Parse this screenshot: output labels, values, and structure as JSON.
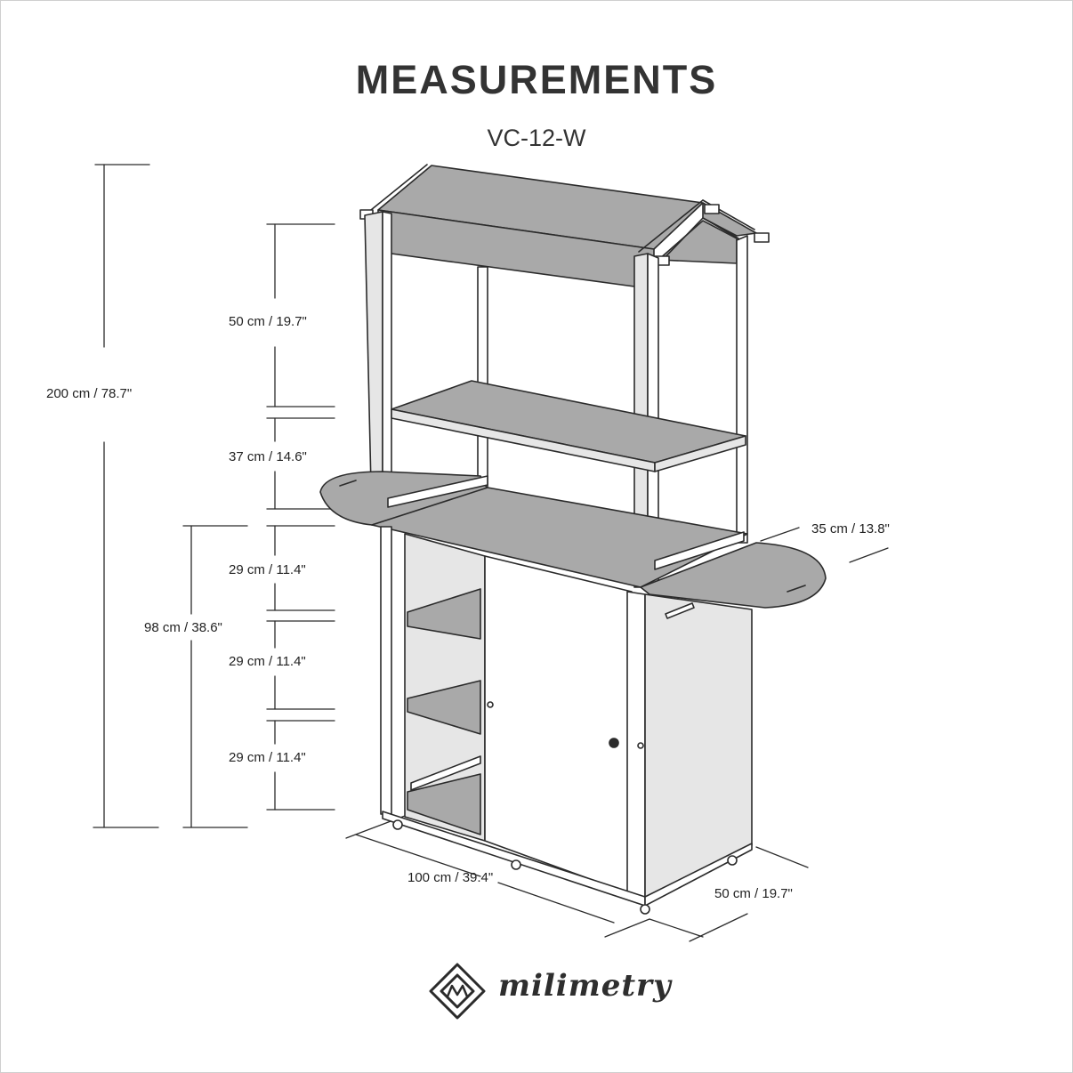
{
  "header": {
    "title": "MEASUREMENTS",
    "model": "VC-12-W"
  },
  "dimensions": {
    "total_height": "200 cm / 78.7\"",
    "top_section": "50 cm / 19.7\"",
    "upper_shelf": "37 cm / 14.6\"",
    "counter_height": "98 cm / 38.6\"",
    "lower_shelf_1": "29 cm / 11.4\"",
    "lower_shelf_2": "29 cm / 11.4\"",
    "lower_shelf_3": "29 cm / 11.4\"",
    "side_wing": "35 cm / 13.8\"",
    "width": "100 cm / 39.4\"",
    "depth": "50 cm / 19.7\""
  },
  "brand": {
    "name": "milimetry",
    "logo_icon": "m-diamond-logo-icon"
  },
  "colors": {
    "line": "#2b2b2b",
    "panel": "#a9a9a9",
    "panel_light": "#e6e6e6",
    "panel_white": "#ffffff"
  }
}
